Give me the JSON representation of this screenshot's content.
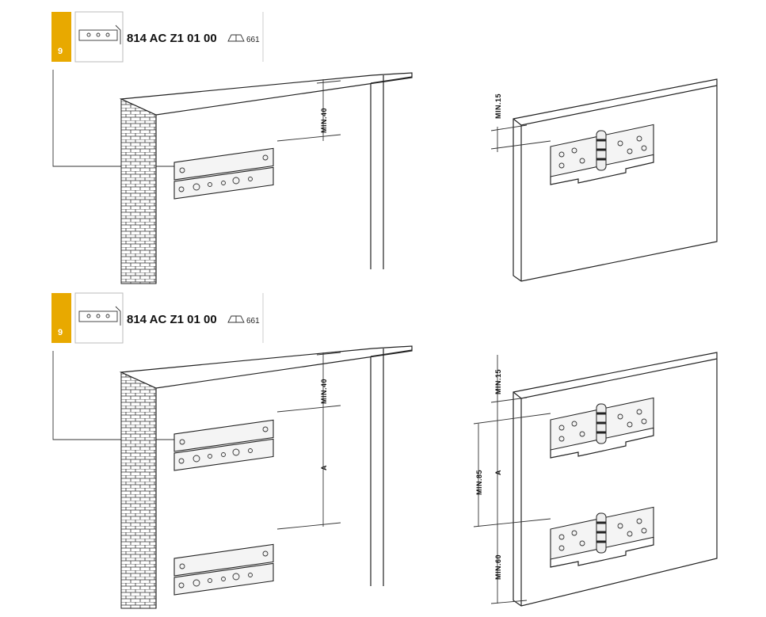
{
  "colors": {
    "accent": "#e8a900",
    "line": "#222222"
  },
  "panels": [
    {
      "step": "9",
      "code": "814 AC Z1 01 00",
      "book_icon": "book-icon",
      "page_ref": "661",
      "wall_dims": [
        "MIN.40"
      ],
      "door_dims": [
        "MIN.15"
      ]
    },
    {
      "step": "9",
      "code": "814 AC Z1 01 00",
      "book_icon": "book-icon",
      "page_ref": "661",
      "wall_dims": [
        "MIN.40",
        "A"
      ],
      "door_dims": [
        "MIN.15",
        "MIN.85",
        "A",
        "MIN.60"
      ]
    }
  ]
}
